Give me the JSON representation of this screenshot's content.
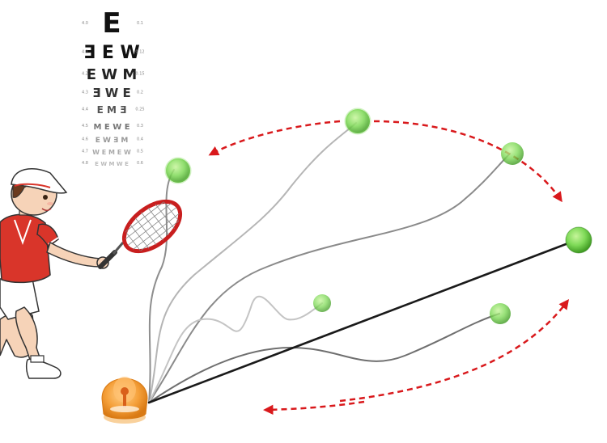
{
  "chart": {
    "rows": [
      {
        "letters": [
          "E"
        ],
        "left_label": "4.0",
        "right_label": "0.1"
      },
      {
        "letters": [
          "Ǝ",
          "E",
          "W"
        ],
        "left_label": "4.1",
        "right_label": "0.12"
      },
      {
        "letters": [
          "E",
          "W",
          "M"
        ],
        "left_label": "4.2",
        "right_label": "0.15"
      },
      {
        "letters": [
          "Ǝ",
          "W",
          "E"
        ],
        "left_label": "4.3",
        "right_label": "0.2"
      },
      {
        "letters": [
          "E",
          "M",
          "Ǝ"
        ],
        "left_label": "4.4",
        "right_label": "0.25"
      },
      {
        "letters": [
          "M",
          "E",
          "W",
          "E"
        ],
        "left_label": "4.5",
        "right_label": "0.3"
      },
      {
        "letters": [
          "E",
          "W",
          "Ǝ",
          "M"
        ],
        "left_label": "4.6",
        "right_label": "0.4"
      },
      {
        "letters": [
          "W",
          "E",
          "M",
          "E",
          "W"
        ],
        "left_label": "4.7",
        "right_label": "0.5"
      },
      {
        "letters": [
          "E",
          "W",
          "M",
          "W",
          "E"
        ],
        "left_label": "4.8",
        "right_label": "0.6"
      }
    ]
  },
  "colors": {
    "ball": "#7ed957",
    "ball_dark": "#4caf2a",
    "arrow": "#d9191c",
    "base": "#f5a03a",
    "shirt": "#d9352a",
    "hair": "#6b3a1e"
  },
  "icons": {
    "tennis_player": "tennis-player-illustration",
    "rebound_base": "rebound-base-icon",
    "tennis_ball": "tennis-ball-icon"
  }
}
